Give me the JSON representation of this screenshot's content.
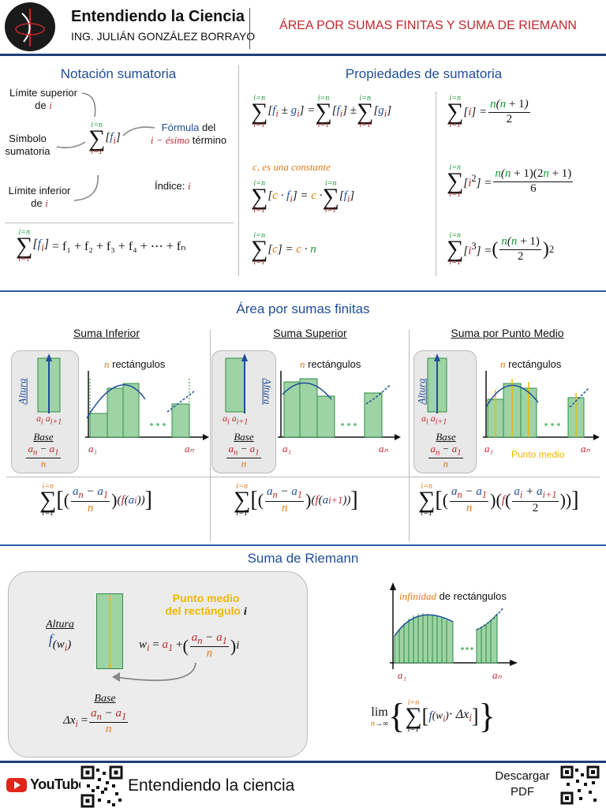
{
  "header": {
    "site_title": "Entendiendo la Ciencia",
    "author": "ING. JULIÁN GONZÁLEZ BORRAYO",
    "topic": "ÁREA POR SUMAS FINITAS Y SUMA DE RIEMANN"
  },
  "notation": {
    "title": "Notación sumatoria",
    "upper_limit": "Límite superior",
    "upper_limit_de": "de",
    "symbol": "Símbolo",
    "symbol2": "sumatoria",
    "lower_limit": "Límite inferior",
    "lower_limit_de": "de",
    "formula_a": "Fórmula",
    "formula_b": "del",
    "ith_a": "i − ésimo",
    "ith_b": "término",
    "index": "Índice:",
    "var": "i",
    "expansion": "= f₁ + f₂ + f₃ + f₄ + ⋯ + fₙ"
  },
  "properties": {
    "title": "Propiedades de sumatoria",
    "constant_note": "c, es una constante"
  },
  "finite": {
    "title": "Área por sumas finitas",
    "lower": "Suma Inferior",
    "upper": "Suma Superior",
    "mid": "Suma por Punto Medio",
    "n_rect_n": "n",
    "n_rect": "rectángulos",
    "altura": "Altura",
    "base": "Base",
    "midpoint": "Punto medio",
    "a1": "a₁",
    "an": "aₙ"
  },
  "riemann": {
    "title": "Suma de Riemann",
    "midpoint_rect_1": "Punto medio",
    "midpoint_rect_2": "del rectángulo",
    "altura": "Altura",
    "base": "Base",
    "infinity": "infinidad",
    "infinity_rest": "de rectángulos"
  },
  "footer": {
    "youtube": "YouTube",
    "channel": "Entendiendo la ciencia",
    "download_1": "Descargar",
    "download_2": "PDF"
  }
}
